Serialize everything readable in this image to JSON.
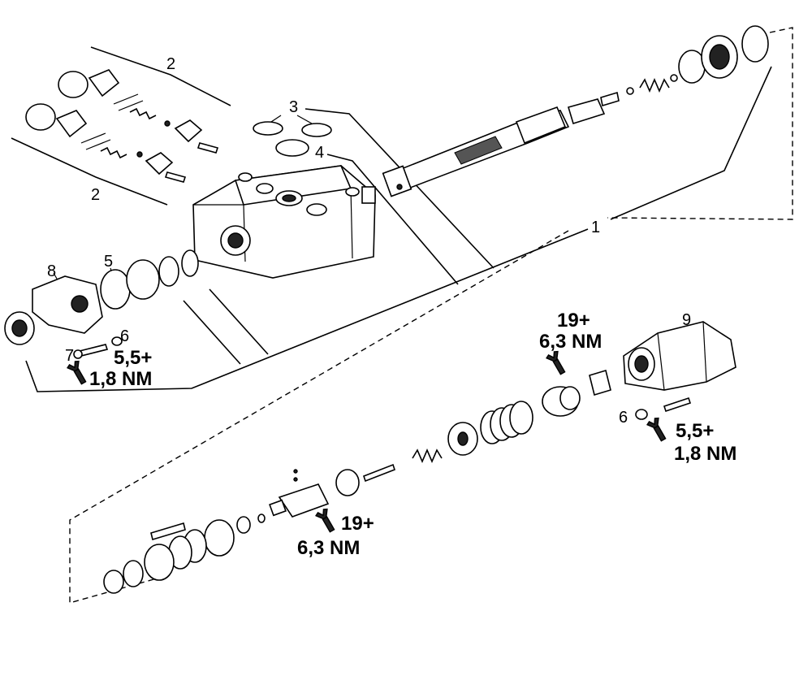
{
  "callouts": {
    "c1": "1",
    "c2a": "2",
    "c2b": "2",
    "c3": "3",
    "c4": "4",
    "c5": "5",
    "c6a": "6",
    "c6b": "6",
    "c7": "7",
    "c8": "8",
    "c9": "9"
  },
  "torque": {
    "t1_line1": "5,5+",
    "t1_line2": "1,8 NM",
    "t2_line1": "19+",
    "t2_line2": "6,3 NM",
    "t3_line1": "5,5+",
    "t3_line2": "1,8 NM",
    "t4_line1": "19+",
    "t4_line2": "6,3 NM"
  },
  "icons": {
    "wrench": "wrench-icon"
  }
}
